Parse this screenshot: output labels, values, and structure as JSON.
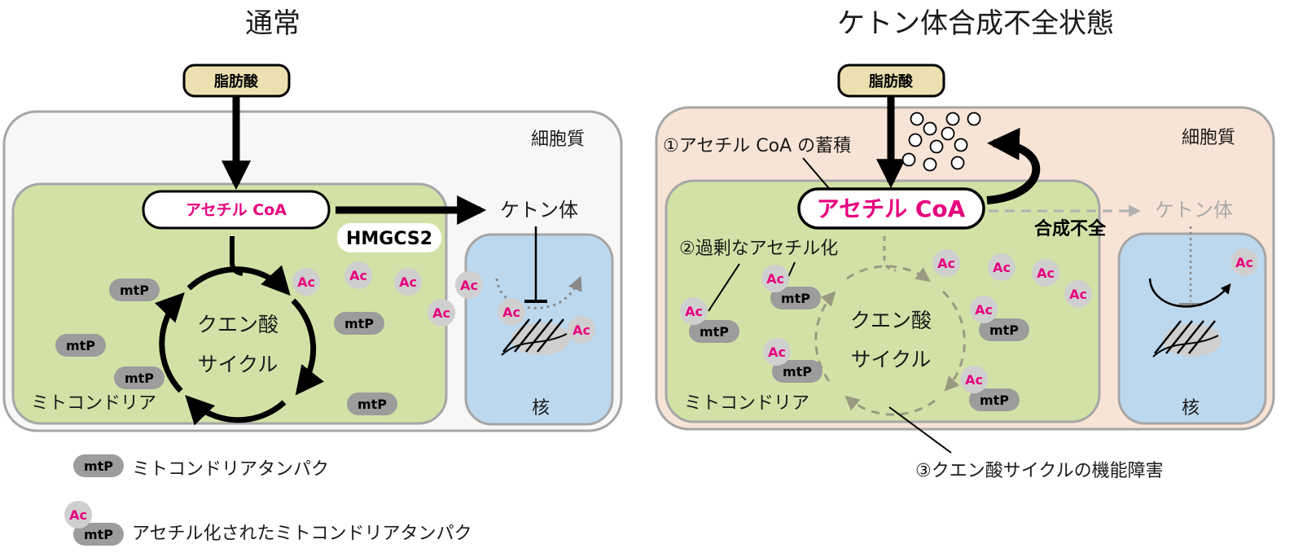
{
  "panels": {
    "normal": {
      "title": "通常",
      "fatty_acid": "脂肪酸",
      "cytoplasm": "細胞質",
      "acetyl_coa": "アセチル CoA",
      "ketone": "ケトン体",
      "enzyme": "HMGCS2",
      "tca_line1": "クエン酸",
      "tca_line2": "サイクル",
      "mitochondria": "ミトコンドリア",
      "nucleus": "核"
    },
    "deficient": {
      "title": "ケトン体合成不全状態",
      "fatty_acid": "脂肪酸",
      "cytoplasm": "細胞質",
      "acetyl_coa": "アセチル CoA",
      "ketone": "ケトン体",
      "synthesis_failure": "合成不全",
      "tca_line1": "クエン酸",
      "tca_line2": "サイクル",
      "mitochondria": "ミトコンドリア",
      "nucleus": "核",
      "note1": "①アセチル CoA の蓄積",
      "note2": "②過剰なアセチル化",
      "note3": "③クエン酸サイクルの機能障害"
    }
  },
  "tokens": {
    "mtp": "mtP",
    "ac": "Ac"
  },
  "legend": {
    "mtp_label": "ミトコンドリアタンパク",
    "ac_label": "アセチル化されたミトコンドリアタンパク"
  },
  "colors": {
    "acetyl": "#e6007e",
    "mito_fill": "#d2e2a6",
    "nucleus_fill": "#bcd8ee",
    "cytoplasm_normal": "#f7f7f7",
    "cytoplasm_deficient": "#f8e4d6",
    "fatty_acid_fill": "#ede0b0"
  }
}
